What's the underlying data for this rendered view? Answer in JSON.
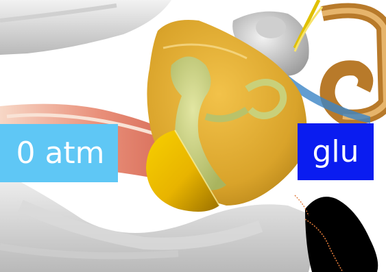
{
  "labels": {
    "pressure": "0 atm",
    "glu": "glu"
  },
  "colors": {
    "pressure_box": "#5fc7f5",
    "glu_box": "#0a1cf0",
    "label_text": "#ffffff"
  },
  "icons": {
    "eardrum": "yellow-cone-shape",
    "probe": "black-oval-shape"
  }
}
